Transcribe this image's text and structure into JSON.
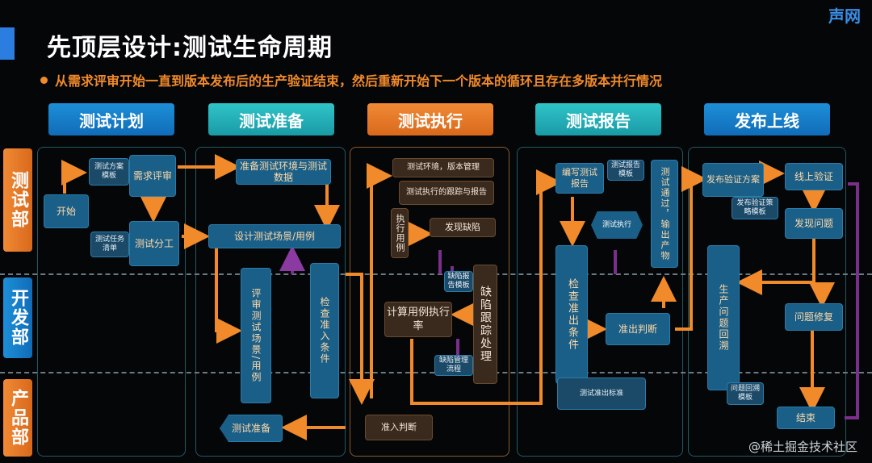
{
  "title": "先顶层设计:测试生命周期",
  "brand": "声网",
  "bullet": "从需求评审开始一直到版本发布后的生产验证结束，然后重新开始下一个版本的循环且存在多版本并行情况",
  "phases": [
    "测试计划",
    "测试准备",
    "测试执行",
    "测试报告",
    "发布上线"
  ],
  "departments": [
    "测试部",
    "开发部",
    "产品部"
  ],
  "plan": {
    "start": "开始",
    "template": "测试方案模板",
    "review": "需求评审",
    "task_list": "测试任务清单",
    "division": "测试分工"
  },
  "prep": {
    "env_data": "准备测试环境与测试数据",
    "design_cases": "设计测试场景/用例",
    "review_cases": "评审测试场景/用例",
    "check_entry": "检查准入条件",
    "test_prep": "测试准备"
  },
  "exec": {
    "env_version": "测试环境，版本管理",
    "track_report": "测试执行的跟踪与报告",
    "exec_cases": "执行用例",
    "find_defects": "发现缺陷",
    "defect_report": "缺陷报告模板",
    "defect_track": "缺陷跟踪处理",
    "calc_rate": "计算用例执行率",
    "defect_process": "缺陷管理流程",
    "entry_judge": "准入判断"
  },
  "report": {
    "write_report": "编写测试报告",
    "report_template": "测试报告模板",
    "test_exec": "测试执行",
    "test_pass_output": "测试通过，输出产物",
    "check_exit": "检查准出条件",
    "exit_judge": "准出判断",
    "exit_standard": "测试准出标准"
  },
  "release": {
    "release_verify_plan": "发布验证方案",
    "online_verify": "线上验证",
    "verify_template": "发布验证策略模板",
    "find_issue": "发现问题",
    "prod_review": "生产问题回溯",
    "fix_issue": "问题修复",
    "review_template": "问题回溯模板",
    "end": "结束"
  },
  "watermark": "@稀土掘金技术社区",
  "colors": {
    "accent": "#2b7de0",
    "orange": "#f08a2a",
    "box": "#1a5f88",
    "purple": "#7a2f8c"
  }
}
